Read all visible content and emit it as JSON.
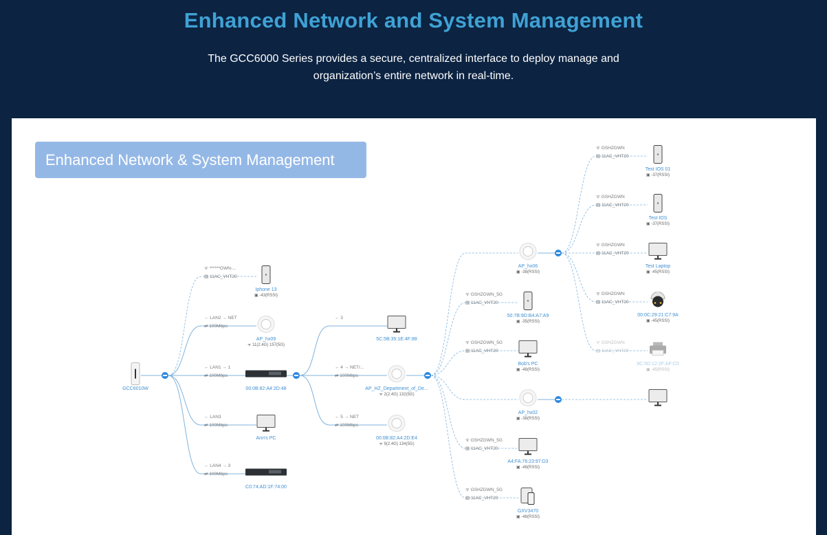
{
  "hero": {
    "title": "Enhanced Network and System Management",
    "subtitle_line1": "The GCC6000 Series provides a secure, centralized interface to deploy manage and",
    "subtitle_line2": "organization’s entire network in real-time."
  },
  "diagram": {
    "banner": "Enhanced Network & System Management",
    "colors": {
      "link": "#7fb3dd",
      "collapse": "#2f8ae0",
      "label": "#3f8fd0"
    },
    "root": {
      "name": "GCC6010W",
      "icon": "gateway-icon"
    },
    "level1": [
      {
        "name": "Iphone 13",
        "icon": "phone-icon",
        "meta": "-43(RSSI)",
        "edge1": "******GWN-...",
        "edge2": "11AC_VHT20",
        "wireless": true
      },
      {
        "name": "AP_hx09",
        "icon": "access-point-icon",
        "meta": "11(2.4G) 157(5G)",
        "edge1": "LAN2 → NET",
        "edge2": "100Mbps",
        "wireless": false
      },
      {
        "name": "00:0B:82:A4:2D:48",
        "icon": "switch-icon",
        "meta": "",
        "edge1": "LAN1 → 1",
        "edge2": "100Mbps",
        "wireless": false
      },
      {
        "name": "Ann's PC",
        "icon": "monitor-icon",
        "meta": "",
        "edge1": "LAN3",
        "edge2": "100Mbps",
        "wireless": false
      },
      {
        "name": "C0:74:AD:1F:74:00",
        "icon": "switch-icon",
        "meta": "",
        "edge1": "LAN4 → 3",
        "edge2": "100Mbps",
        "wireless": false
      }
    ],
    "level2": [
      {
        "name": "5C:5B:35:1E:4F:88",
        "icon": "monitor-icon",
        "meta": "",
        "edge1": "3",
        "edge2": ""
      },
      {
        "name": "AP_HZ_Department_of_De...",
        "icon": "access-point-icon",
        "meta": "2(2.4G) 132(5G)",
        "edge1": "4 → NET/...",
        "edge2": "100Mbps"
      },
      {
        "name": "00:0B:82:A4:2D:E4",
        "icon": "access-point-icon",
        "meta": "9(2.4G) 134(5G)",
        "edge1": "5 → NET",
        "edge2": "100Mbps"
      }
    ],
    "level3": [
      {
        "name": "AP_hx06",
        "icon": "access-point-icon",
        "meta": "-38(RSSI)",
        "edge1": "",
        "edge2": ""
      },
      {
        "name": "50:7B:9D:B4:A7:A9",
        "icon": "phone-icon",
        "meta": "-35(RSSI)",
        "edge1": "GSHZGWN_5G",
        "edge2": "11AC_VHT20"
      },
      {
        "name": "Bob's PC",
        "icon": "monitor-icon",
        "meta": "-48(RSSI)",
        "edge1": "GSHZGWN_5G",
        "edge2": "11AC_VHT20"
      },
      {
        "name": "AP_hx02",
        "icon": "access-point-icon",
        "meta": "-38(RSSI)",
        "edge1": "",
        "edge2": ""
      },
      {
        "name": "A4:FA:76:23:97:D3",
        "icon": "monitor-icon",
        "meta": "-48(RSSI)",
        "edge1": "GSHZGWN_5G",
        "edge2": "11AC_VHT20"
      },
      {
        "name": "GXV3470",
        "icon": "tablet-icon",
        "meta": "-48(RSSI)",
        "edge1": "GSHZGWN_5G",
        "edge2": "11AC_VHT20"
      }
    ],
    "level4": [
      {
        "name": "Test IOS 01",
        "icon": "phone-icon",
        "meta": "-37(RSSI)",
        "edge1": "GSHZGWN",
        "edge2": "11AC_VHT20"
      },
      {
        "name": "Test IOS",
        "icon": "phone-icon",
        "meta": "-37(RSSI)",
        "edge1": "GSHZGWN",
        "edge2": "11AC_VHT20"
      },
      {
        "name": "Test Laptop",
        "icon": "monitor-icon",
        "meta": "-45(RSSI)",
        "edge1": "GSHZGWN",
        "edge2": "11AC_VHT20"
      },
      {
        "name": "00:0C:29:21:C7:9A",
        "icon": "camera-icon",
        "meta": "-45(RSSI)",
        "edge1": "GSHZGWN",
        "edge2": "11AC_VHT20"
      },
      {
        "name": "9C:5D:12:2F:AF:C0",
        "icon": "printer-icon",
        "meta": "-45(RSSI)",
        "edge1": "GSHZGWN",
        "edge2": "11AC_VHT20"
      },
      {
        "name": "",
        "icon": "monitor-icon",
        "meta": "",
        "edge1": "",
        "edge2": ""
      }
    ]
  }
}
